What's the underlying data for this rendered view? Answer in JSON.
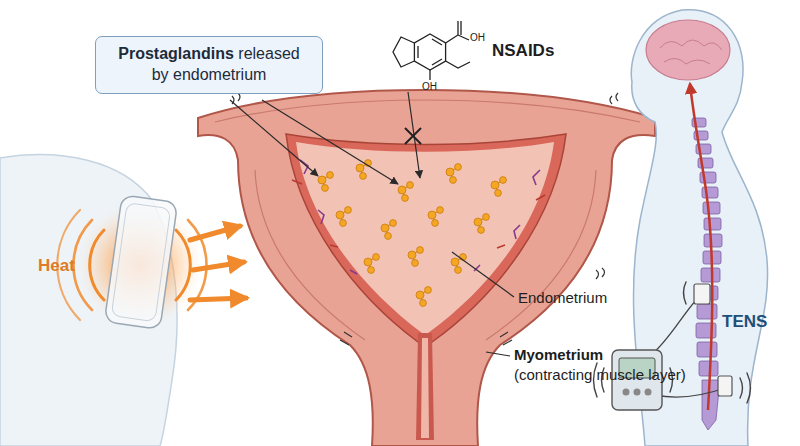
{
  "diagram": {
    "nodes": [
      {
        "text": [
          "Prostaglandins",
          "released by endometrium"
        ]
      }
    ],
    "labels": [
      "NSAIDs",
      "OH",
      "OH",
      "Heat",
      "Endometrium",
      "Myometrium",
      "(contracting muscle layer)",
      "TENS"
    ]
  }
}
